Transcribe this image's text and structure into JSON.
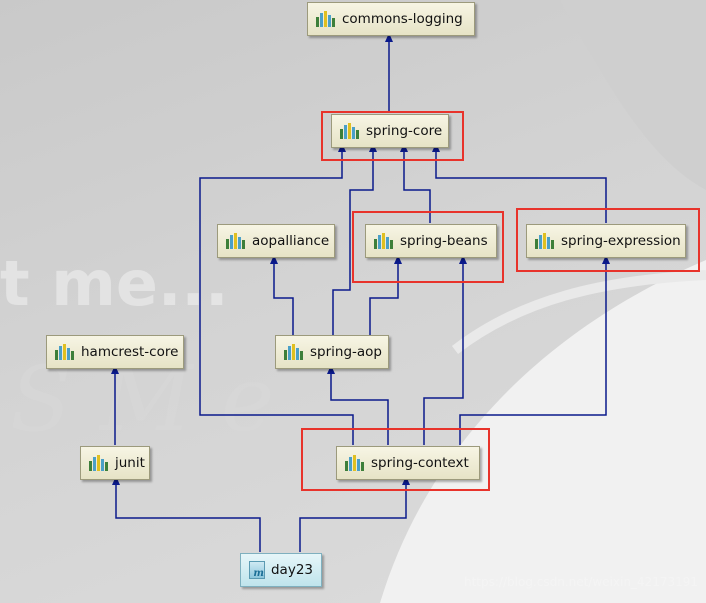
{
  "nodes": [
    {
      "id": "commons-logging",
      "label": "commons-logging",
      "kind": "library"
    },
    {
      "id": "spring-core",
      "label": "spring-core",
      "kind": "library"
    },
    {
      "id": "aopalliance",
      "label": "aopalliance",
      "kind": "library"
    },
    {
      "id": "spring-beans",
      "label": "spring-beans",
      "kind": "library"
    },
    {
      "id": "spring-expression",
      "label": "spring-expression",
      "kind": "library"
    },
    {
      "id": "hamcrest-core",
      "label": "hamcrest-core",
      "kind": "library"
    },
    {
      "id": "spring-aop",
      "label": "spring-aop",
      "kind": "library"
    },
    {
      "id": "junit",
      "label": "junit",
      "kind": "library"
    },
    {
      "id": "spring-context",
      "label": "spring-context",
      "kind": "library"
    },
    {
      "id": "day23",
      "label": "day23",
      "kind": "module"
    }
  ],
  "edges": [
    {
      "from": "spring-core",
      "to": "commons-logging"
    },
    {
      "from": "spring-beans",
      "to": "spring-core"
    },
    {
      "from": "spring-expression",
      "to": "spring-core"
    },
    {
      "from": "spring-aop",
      "to": "spring-core"
    },
    {
      "from": "spring-context",
      "to": "spring-core"
    },
    {
      "from": "spring-aop",
      "to": "aopalliance"
    },
    {
      "from": "spring-aop",
      "to": "spring-beans"
    },
    {
      "from": "spring-context",
      "to": "spring-beans"
    },
    {
      "from": "spring-context",
      "to": "spring-aop"
    },
    {
      "from": "spring-context",
      "to": "spring-expression"
    },
    {
      "from": "junit",
      "to": "hamcrest-core"
    },
    {
      "from": "day23",
      "to": "junit"
    },
    {
      "from": "day23",
      "to": "spring-context"
    }
  ],
  "highlighted": [
    "spring-core",
    "spring-beans",
    "spring-expression",
    "spring-context"
  ],
  "colors": {
    "edge": "#0b1a8c",
    "highlight": "#e8332b",
    "library_icon_bars": [
      "#3d7f3a",
      "#4aa0c8",
      "#e0c020",
      "#4aa0c8",
      "#3d7f3a"
    ]
  },
  "watermark": "https://blog.csdn.net/weixin_42173191"
}
